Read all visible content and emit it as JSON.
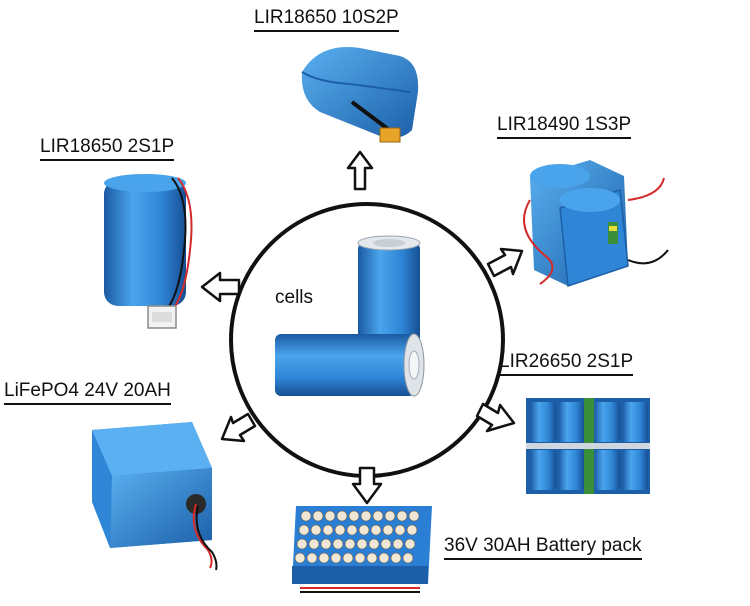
{
  "center": {
    "label": "cells",
    "caption": ""
  },
  "products": [
    {
      "id": "p1",
      "label": "LIR18650 10S2P"
    },
    {
      "id": "p2",
      "label": "LIR18490 1S3P"
    },
    {
      "id": "p3",
      "label": "LIR26650 2S1P"
    },
    {
      "id": "p4",
      "label": "36V 30AH Battery pack"
    },
    {
      "id": "p5",
      "label": "LiFePO4 24V 20AH"
    },
    {
      "id": "p6",
      "label": "LIR18650 2S1P"
    }
  ],
  "colors": {
    "cell_blue": "#2f86d6",
    "cell_dark": "#1c5fa8",
    "outline": "#111111",
    "pack_blue": "#2a7fd4",
    "wire_red": "#d42a2a",
    "cell_green": "#3b8f3b"
  }
}
